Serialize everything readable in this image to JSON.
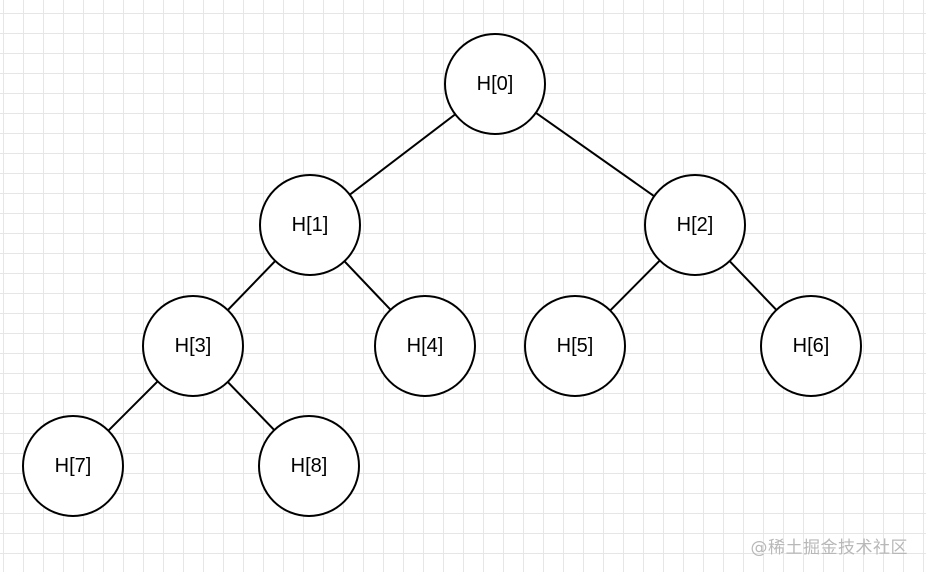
{
  "diagram": {
    "type": "binary-tree",
    "nodes": [
      {
        "id": 0,
        "label": "H[0]"
      },
      {
        "id": 1,
        "label": "H[1]"
      },
      {
        "id": 2,
        "label": "H[2]"
      },
      {
        "id": 3,
        "label": "H[3]"
      },
      {
        "id": 4,
        "label": "H[4]"
      },
      {
        "id": 5,
        "label": "H[5]"
      },
      {
        "id": 6,
        "label": "H[6]"
      },
      {
        "id": 7,
        "label": "H[7]"
      },
      {
        "id": 8,
        "label": "H[8]"
      }
    ],
    "edges": [
      {
        "from": 0,
        "to": 1
      },
      {
        "from": 0,
        "to": 2
      },
      {
        "from": 1,
        "to": 3
      },
      {
        "from": 1,
        "to": 4
      },
      {
        "from": 2,
        "to": 5
      },
      {
        "from": 2,
        "to": 6
      },
      {
        "from": 3,
        "to": 7
      },
      {
        "from": 3,
        "to": 8
      }
    ]
  },
  "watermark": {
    "text": "@稀土掘金技术社区"
  },
  "colors": {
    "stroke": "#000000",
    "node_fill": "#ffffff",
    "grid": "#e6e6e6",
    "watermark": "#b8b8b8"
  }
}
